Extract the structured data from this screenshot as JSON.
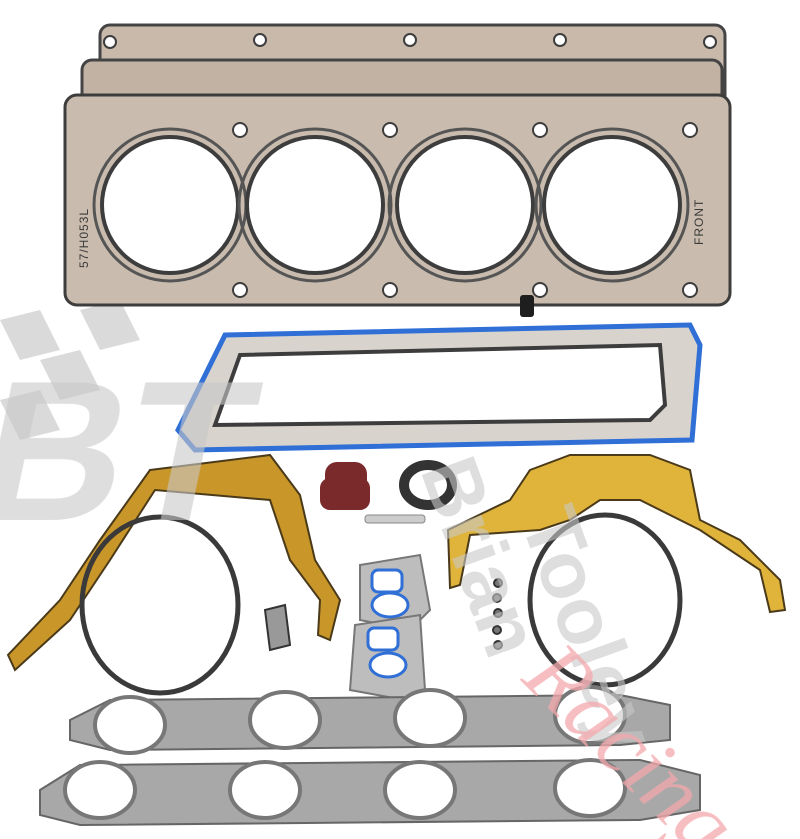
{
  "image": {
    "subject": "Engine gasket set product photo",
    "background_color": "#ffffff"
  },
  "watermark": {
    "logo_letters": "BT",
    "name_line1": "Brian",
    "name_line2": "Tooley",
    "script": "Racing",
    "logo_color": "#c9c9c9",
    "script_color": "#f3a8ad",
    "accent_color": "#e23b44"
  },
  "head_gaskets": {
    "stamp_left": "57/H053L",
    "stamp_right": "FRONT",
    "material_color": "#b8a89a",
    "bead_color": "#3d3d3d"
  },
  "parts": {
    "valley_cover_gasket_color": "#2f6fd6",
    "timing_cover_gasket_color": "#c9962a",
    "rear_cover_gasket_color": "#e0b43a",
    "oring_color": "#3a3a3a",
    "seal_red_color": "#7a2a2a",
    "exhaust_gasket_color": "#9a9a9a"
  }
}
